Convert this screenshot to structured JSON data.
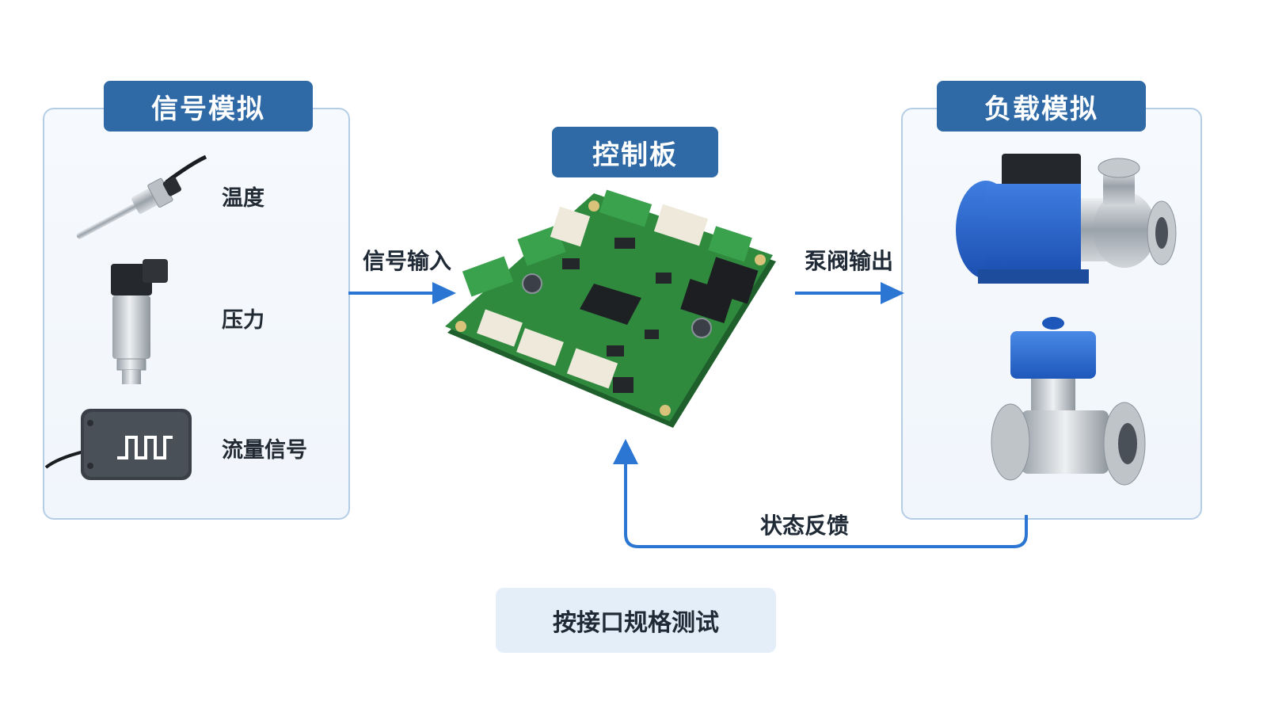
{
  "signal_panel": {
    "title": "信号模拟",
    "items": [
      {
        "label": "温度",
        "icon": "temperature-probe-icon"
      },
      {
        "label": "压力",
        "icon": "pressure-transmitter-icon"
      },
      {
        "label": "流量信号",
        "icon": "flow-pulse-box-icon"
      }
    ]
  },
  "control_board": {
    "title": "控制板",
    "icon": "pcb-board-icon"
  },
  "load_panel": {
    "title": "负载模拟",
    "items": [
      {
        "icon": "pump-icon"
      },
      {
        "icon": "valve-icon"
      }
    ]
  },
  "arrows": {
    "input_label": "信号输入",
    "output_label": "泵阀输出",
    "feedback_label": "状态反馈"
  },
  "footer": {
    "label": "按接口规格测试"
  },
  "colors": {
    "accent": "#2f6aa6",
    "arrow": "#2a76d2",
    "panel_border": "#b6cde6",
    "board_green": "#2f8a3e"
  }
}
